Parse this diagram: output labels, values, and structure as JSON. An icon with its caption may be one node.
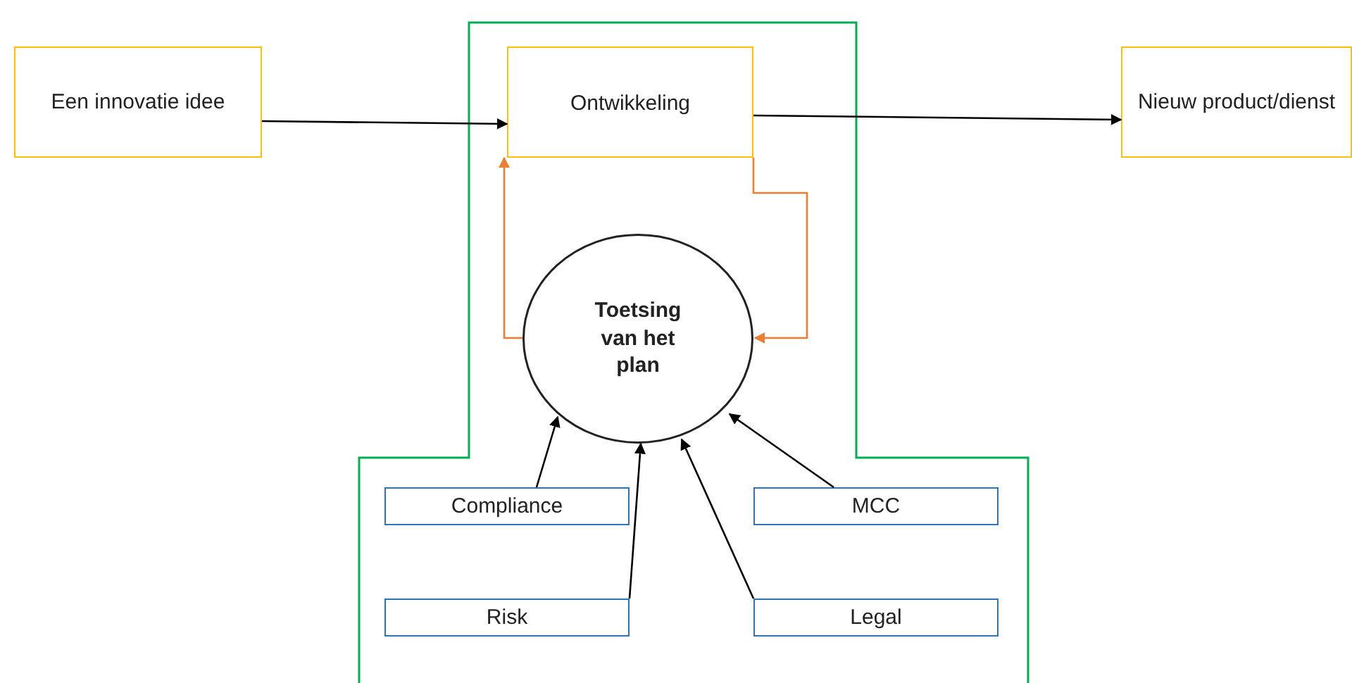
{
  "diagram": {
    "nodes": [
      {
        "text": [],
        "shape": "box"
      },
      {
        "text": [
          "Een innovatie idee"
        ]
      },
      {
        "text": [
          "Ontwikkeling"
        ],
        "in": 0
      },
      {
        "text": [
          "Nieuw product/dienst"
        ]
      },
      {
        "text": [
          "Toetsing van het plan"
        ],
        "in": 0
      },
      {
        "text": [
          "Compliance"
        ],
        "in": 0
      },
      {
        "text": [
          "MCC"
        ],
        "in": 0
      },
      {
        "text": [
          "Risk"
        ],
        "in": 0
      },
      {
        "text": [
          "Legal"
        ],
        "in": 0
      }
    ],
    "edges": [
      {
        "from": 1,
        "to": 2,
        "arrow": "to"
      },
      {
        "from": 2,
        "to": 3,
        "arrow": "to"
      },
      {
        "from": 2,
        "to": 4,
        "arrow": "to",
        "color": "#ed7d31"
      },
      {
        "from": 4,
        "to": 2,
        "arrow": "to",
        "color": "#ed7d31"
      },
      {
        "from": 5,
        "to": 4,
        "arrow": "to"
      },
      {
        "from": 7,
        "to": 4,
        "arrow": "to"
      },
      {
        "from": 8,
        "to": 4,
        "arrow": "to"
      },
      {
        "from": 6,
        "to": 4,
        "arrow": "to"
      }
    ]
  }
}
